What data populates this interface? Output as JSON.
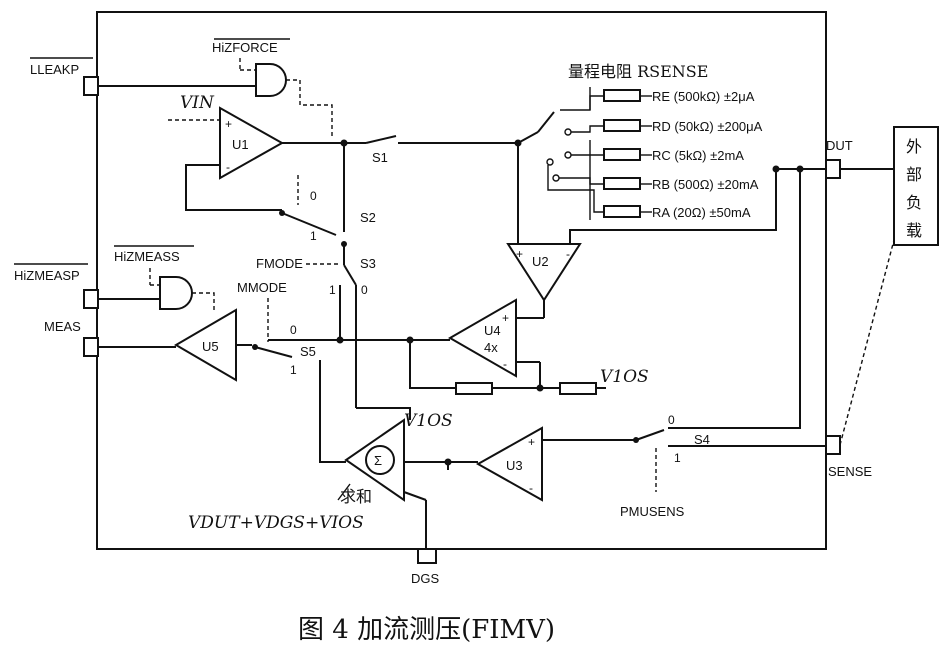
{
  "labels": {
    "lleakp": "LLEAKP",
    "hizforce": "HiZFORCE",
    "hizmeass": "HiZMEASS",
    "hizmeasp": "HiZMEASP",
    "meas": "MEAS",
    "dut": "DUT",
    "sense": "SENSE",
    "dgs": "DGS",
    "u1": "U1",
    "u2": "U2",
    "u3": "U3",
    "u4": "U4",
    "u5": "U5",
    "u4_gain": "4x",
    "s1": "S1",
    "s2": "S2",
    "s3": "S3",
    "s4": "S4",
    "s5": "S5",
    "fmode": "FMODE",
    "mmode": "MMODE",
    "pmusens": "PMUSENS",
    "zero": "0",
    "one": "1",
    "plus": "+",
    "minus": "-",
    "sigma": "Σ",
    "vin": "VIN",
    "v1os": "V1OS",
    "v1os_sum": "V1OS",
    "rsense": "量程电阻 RSENSE",
    "sum_label": "求和",
    "sum_formula": "VDUT+VDGS+VIOS",
    "ext_load": [
      "外",
      "部",
      "负",
      "载"
    ]
  },
  "resistors": [
    {
      "label": "RE (500kΩ) ±2μA"
    },
    {
      "label": "RD (50kΩ) ±200μA"
    },
    {
      "label": "RC (5kΩ) ±2mA"
    },
    {
      "label": "RB (500Ω) ±20mA"
    },
    {
      "label": "RA (20Ω) ±50mA"
    }
  ],
  "caption": "图 4   加流测压(FIMV)"
}
